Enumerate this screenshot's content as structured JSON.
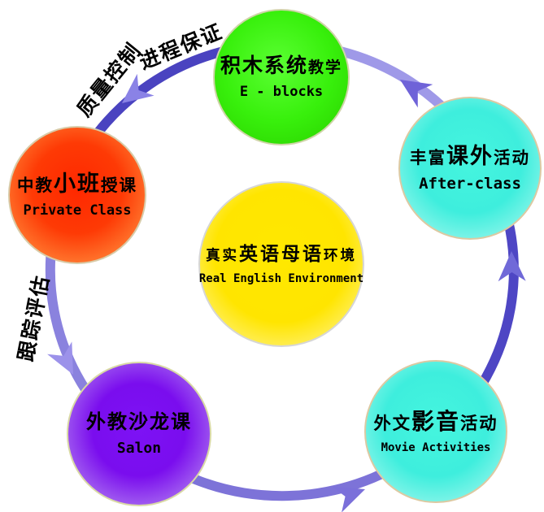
{
  "diagram": {
    "title_hint": "circular teaching-system flow diagram",
    "center_node": {
      "zh_small_left": "真实",
      "zh_large": "英语母语",
      "zh_small_right": "环境",
      "en": "Real English Environment"
    },
    "nodes": {
      "eblocks": {
        "zh_small_left": "",
        "zh_large": "积木系统",
        "zh_small_right": "教学",
        "en": "E - blocks"
      },
      "private": {
        "zh_small_left": "中教",
        "zh_large": "小班",
        "zh_small_right": "授课",
        "en": "Private Class"
      },
      "afterclass": {
        "zh_small_left": "丰富",
        "zh_large": "课外",
        "zh_small_right": "活动",
        "en": "After-class"
      },
      "movie": {
        "zh_small_left": "外文",
        "zh_large": "影音",
        "zh_small_right": "活动",
        "en": "Movie Activities"
      },
      "salon": {
        "zh_small_left": "",
        "zh_large": "外教沙龙课",
        "zh_small_right": "",
        "en": "Salon"
      }
    },
    "flow_labels": {
      "quality": "质量控制",
      "process": "进程保证",
      "tracking": "跟踪评估"
    },
    "flow_direction": "eblocks → private → salon → movie → afterclass → eblocks",
    "palette": {
      "node_green": "#38f00c",
      "node_red": "#ff2800",
      "node_cyan": "#3eeedd",
      "node_purple": "#7a0dee",
      "node_yellow": "#ffe800",
      "node_ring": "#d8c8a4",
      "ring_dark": "#4a43c0",
      "ring_medium": "#7d73d8",
      "ring_light": "#9f99e8",
      "arrowhead_light": "#8a82e6",
      "text": "#000000",
      "background": "#ffffff"
    }
  }
}
